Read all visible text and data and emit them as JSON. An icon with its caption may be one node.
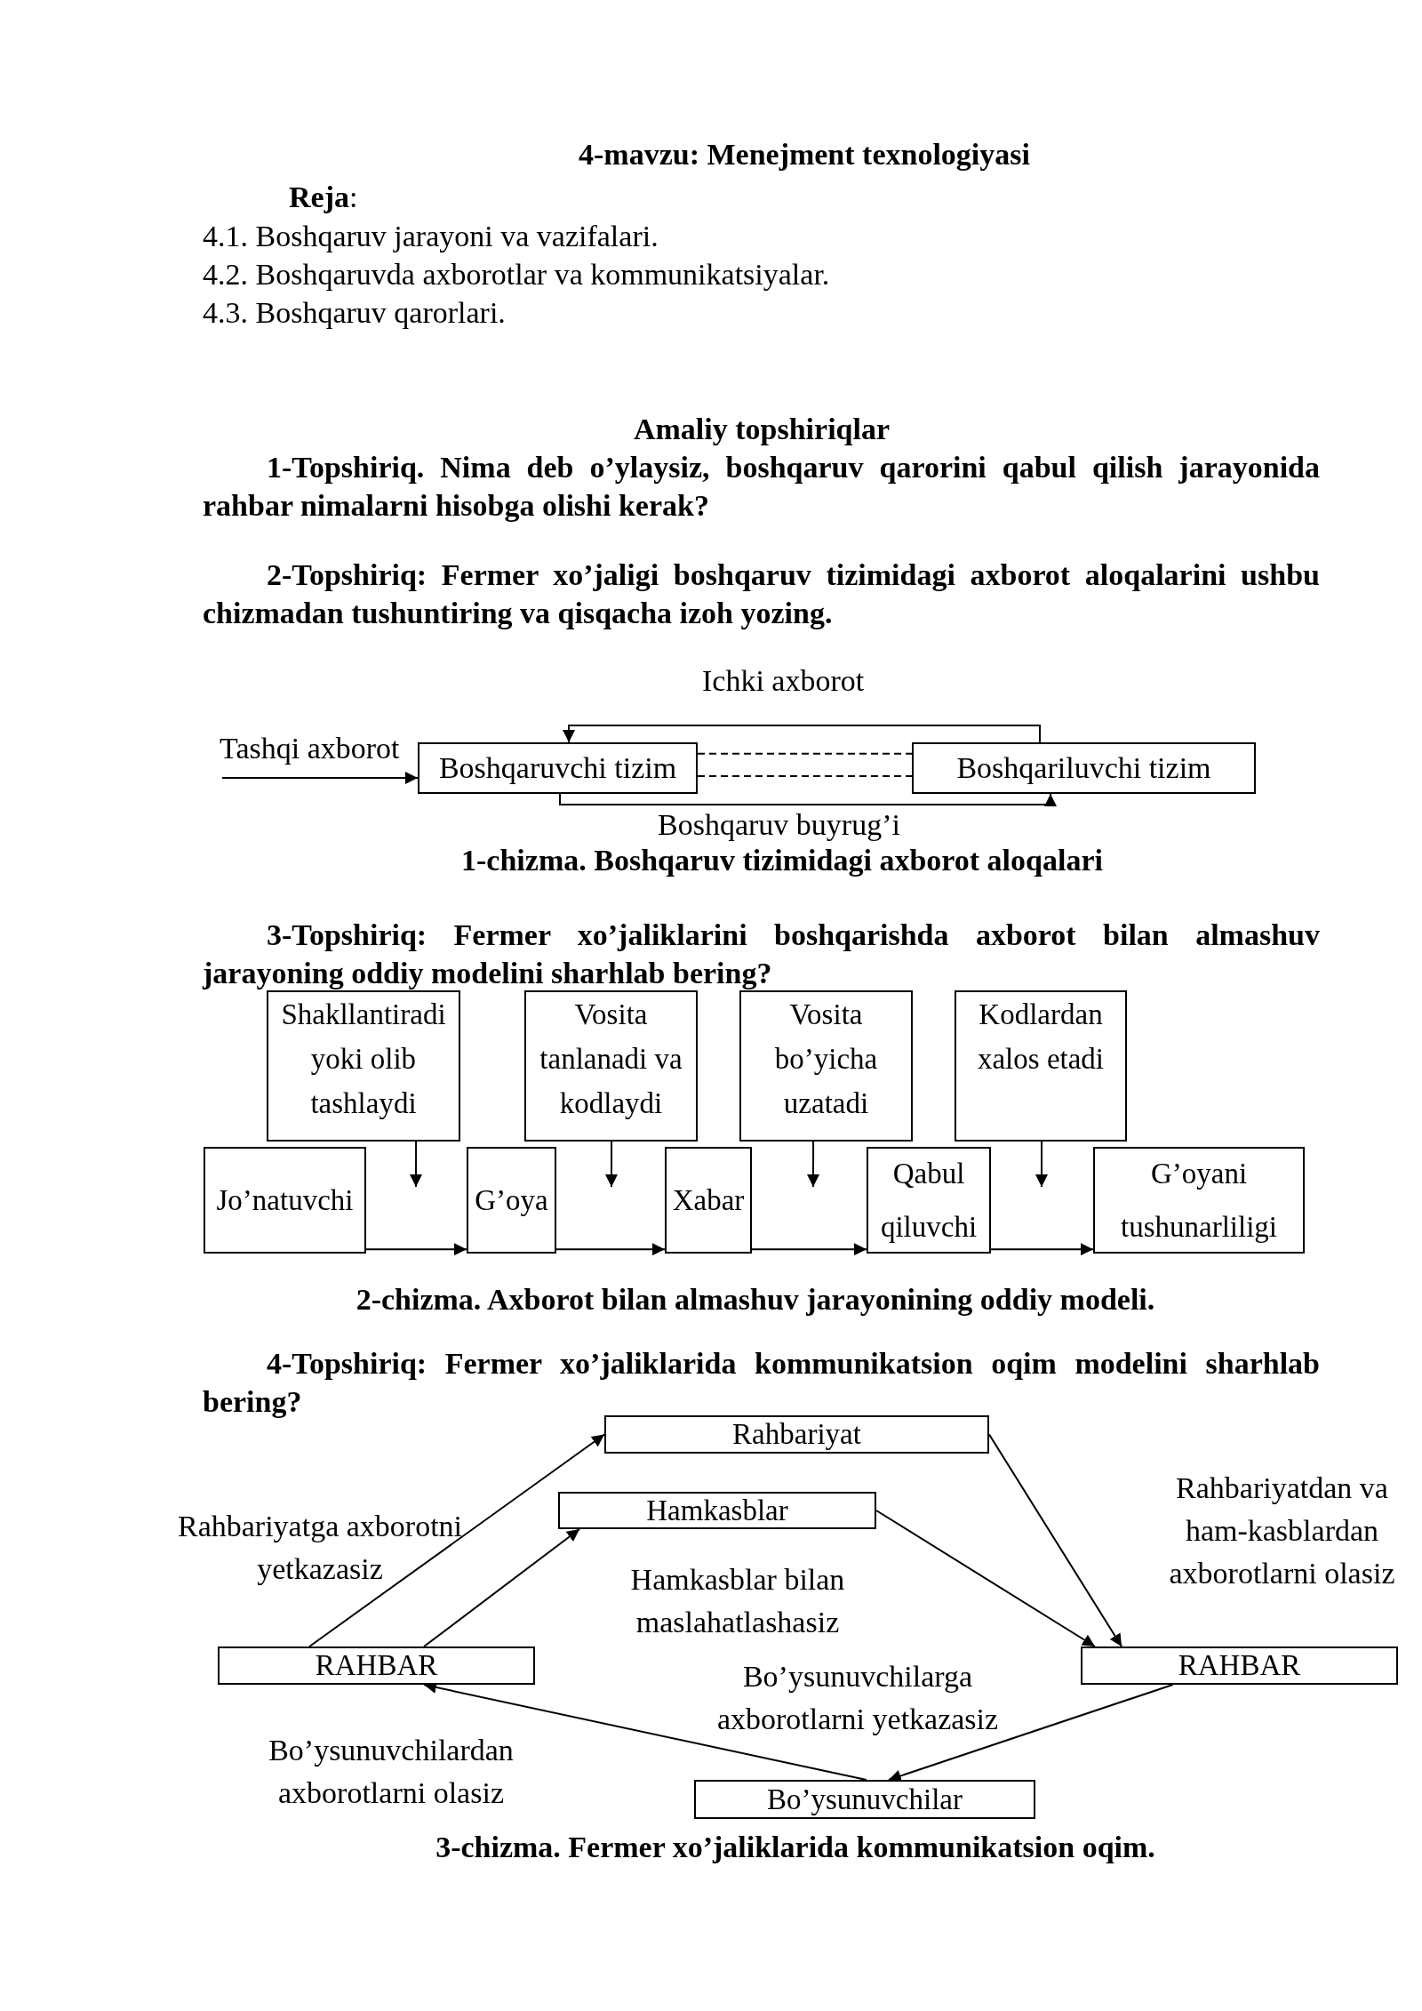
{
  "diagram": {
    "title": "4-mavzu: Menejment texnologiyasi",
    "nodes": [
      {
        "text": [
          "Boshqaruvchi tizim"
        ]
      },
      {
        "text": [
          "Boshqariluvchi tizim"
        ]
      },
      {
        "text": [
          "Shakllantiradi yoki olib tashlaydi"
        ]
      },
      {
        "text": [
          "Vosita tanlanadi va kodlaydi"
        ]
      },
      {
        "text": [
          "Vosita bo’yicha uzatadi"
        ]
      },
      {
        "text": [
          "Kodlardan xalos etadi"
        ]
      },
      {
        "text": [
          "Jo’natuvchi"
        ]
      },
      {
        "text": [
          "G’oya"
        ]
      },
      {
        "text": [
          "Xabar"
        ]
      },
      {
        "text": [
          "Qabul qiluvchi"
        ]
      },
      {
        "text": [
          "G’oyani tushunarliligi"
        ]
      },
      {
        "text": [
          "Rahbariyat"
        ]
      },
      {
        "text": [
          "Hamkasblar"
        ]
      },
      {
        "text": [
          "RAHBAR"
        ]
      },
      {
        "text": [
          "RAHBAR"
        ]
      },
      {
        "text": [
          "Bo’ysunuvchilar"
        ]
      }
    ],
    "edges": [
      {
        "from": null,
        "to": 0,
        "arrow": "to",
        "label": "Tashqi axborot"
      },
      {
        "from": 1,
        "to": 0,
        "arrow": "to",
        "label": "Ichki axborot"
      },
      {
        "from": 0,
        "to": 1,
        "arrow": "none",
        "style": "dashed"
      },
      {
        "from": 0,
        "to": 1,
        "arrow": "none",
        "style": "dashed"
      },
      {
        "from": 0,
        "to": 1,
        "arrow": "to",
        "label": "Boshqaruv buyrug’i"
      },
      {
        "from": 2,
        "to": null,
        "arrow": "to"
      },
      {
        "from": 3,
        "to": null,
        "arrow": "to"
      },
      {
        "from": 4,
        "to": null,
        "arrow": "to"
      },
      {
        "from": 5,
        "to": null,
        "arrow": "to"
      },
      {
        "from": 6,
        "to": 7,
        "arrow": "to"
      },
      {
        "from": 7,
        "to": 8,
        "arrow": "to"
      },
      {
        "from": 8,
        "to": 9,
        "arrow": "to"
      },
      {
        "from": 9,
        "to": 10,
        "arrow": "to"
      },
      {
        "from": 13,
        "to": 11,
        "arrow": "to"
      },
      {
        "from": 13,
        "to": 12,
        "arrow": "to"
      },
      {
        "from": 11,
        "to": 14,
        "arrow": "to"
      },
      {
        "from": 12,
        "to": 14,
        "arrow": "to"
      },
      {
        "from": 14,
        "to": 15,
        "arrow": "to"
      },
      {
        "from": 15,
        "to": 13,
        "arrow": "to"
      }
    ],
    "labels": [
      "**Reja**:",
      "4.1. Boshqaruv jarayoni va vazifalari.",
      "4.2. Boshqaruvda axborotlar va kommunikatsiyalar.",
      "4.3. Boshqaruv qarorlari.",
      "Amaliy topshiriqlar",
      "1-Topshiriq. Nima deb o’ylaysiz, boshqaruv qarorini qabul qilish jarayonida rahbar nimalarni hisobga olishi kerak?",
      "2-Topshiriq: Fermer xo’jaligi boshqaruv tizimidagi axborot aloqalarini ushbu chizmadan tushuntiring va qisqacha izoh yozing.",
      "1-chizma. Boshqaruv tizimidagi axborot aloqalari",
      "3-Topshiriq: Fermer xo’jaliklarini boshqarishda axborot bilan almashuv jarayoning oddiy modelini sharhlab bering?",
      "2-chizma. Axborot bilan almashuv jarayonining oddiy modeli.",
      "4-Topshiriq: Fermer xo’jaliklarida kommunikatsion oqim modelini sharhlab bering?",
      "Rahbariyatga axborotni yetkazasiz",
      "Hamkasblar bilan maslahatlashasiz",
      "Rahbariyatdan va ham-kasblardan axborotlarni olasiz",
      "Bo’ysunuvchilarga axborotlarni yetkazasiz",
      "Bo’ysunuvchilardan axborotlarni olasiz",
      "3-chizma. Fermer xo’jaliklarida kommunikatsion oqim."
    ]
  }
}
